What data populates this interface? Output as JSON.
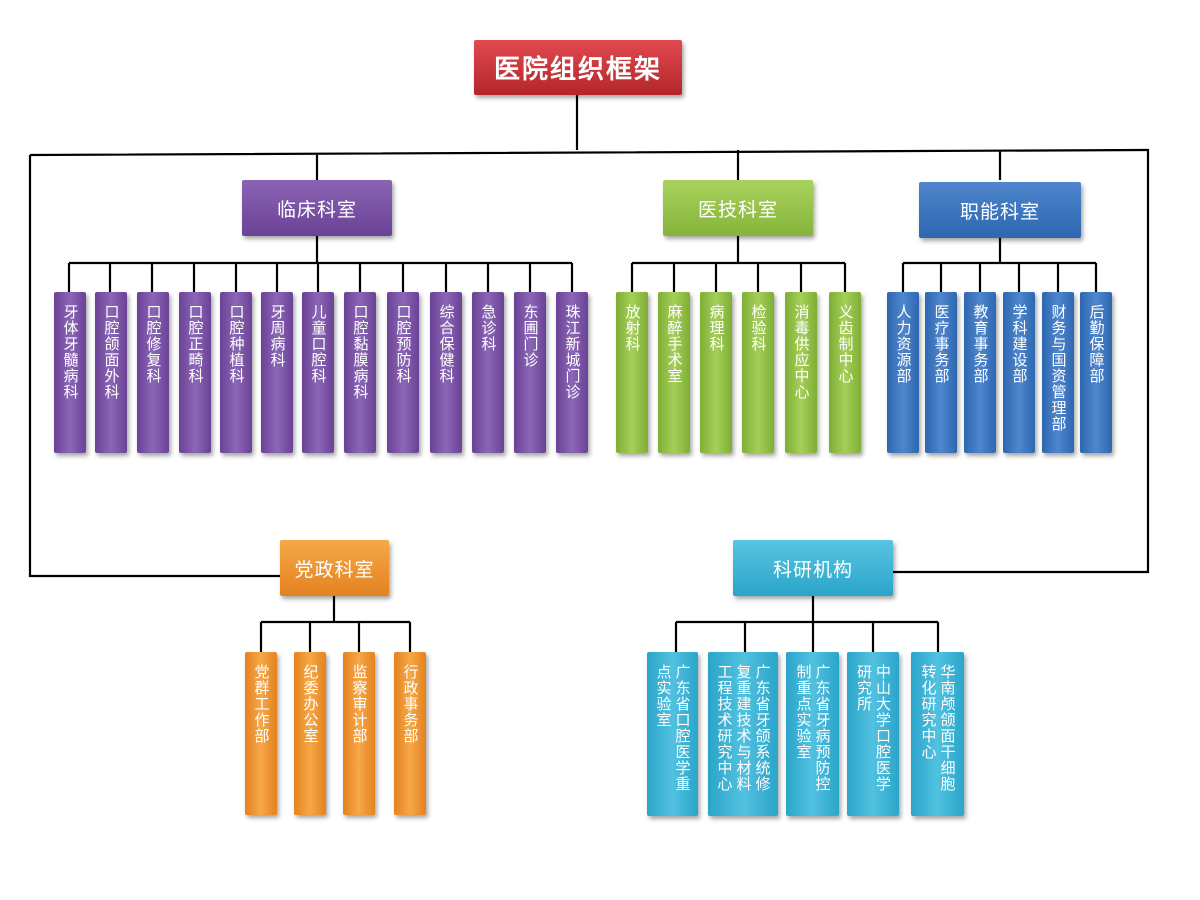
{
  "title": "医院组织框架",
  "colors": {
    "title": "#c8343a",
    "clinical": "#7a54a6",
    "medtech": "#96c24a",
    "functional": "#3b77c0",
    "party": "#ef9232",
    "research": "#3cb4d6",
    "line": "#000000"
  },
  "clinical": {
    "label": "临床科室",
    "items": [
      "牙体牙髓病科",
      "口腔颌面外科",
      "口腔修复科",
      "口腔正畸科",
      "口腔种植科",
      "牙周病科",
      "儿童口腔科",
      "口腔黏膜病科",
      "口腔预防科",
      "综合保健科",
      "急诊科",
      "东圃门诊",
      "珠江新城门诊"
    ]
  },
  "medtech": {
    "label": "医技科室",
    "items": [
      "放射科",
      "麻醉手术室",
      "病理科",
      "检验科",
      "消毒供应中心",
      "义齿制中心"
    ]
  },
  "functional": {
    "label": "职能科室",
    "items": [
      "人力资源部",
      "医疗事务部",
      "教育事务部",
      "学科建设部",
      "财务与国资管理部",
      "后勤保障部"
    ]
  },
  "party": {
    "label": "党政科室",
    "items": [
      "党群工作部",
      "纪委办公室",
      "监察审计部",
      "行政事务部"
    ]
  },
  "research": {
    "label": "科研机构",
    "items": [
      "广东省口腔医学重点实验室",
      "广东省牙颌系统修复重建技术与材料工程技术研究中心",
      "广东省牙病预防控制重点实验室",
      "中山大学口腔医学研究所",
      "华南颅颌面干细胞转化研究中心"
    ]
  }
}
